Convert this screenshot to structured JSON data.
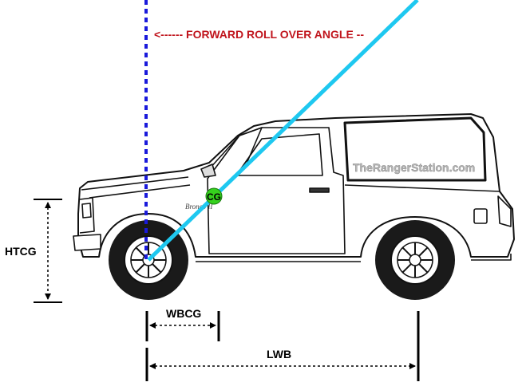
{
  "title_arrow": "<------ FORWARD ROLL OVER ANGLE --",
  "watermark": "TheRangerStation.com",
  "badge": "Bronco II",
  "labels": {
    "cg": "CG",
    "htcg": "HTCG",
    "wbcg": "WBCG",
    "lwb": "LWB"
  },
  "colors": {
    "vertical_line": "#1a1adb",
    "roll_line": "#1ec8f0",
    "title_text": "#c0141c",
    "cg_marker": "#35d11d",
    "dimension": "#000000",
    "watermark": "#b8b8b8"
  }
}
